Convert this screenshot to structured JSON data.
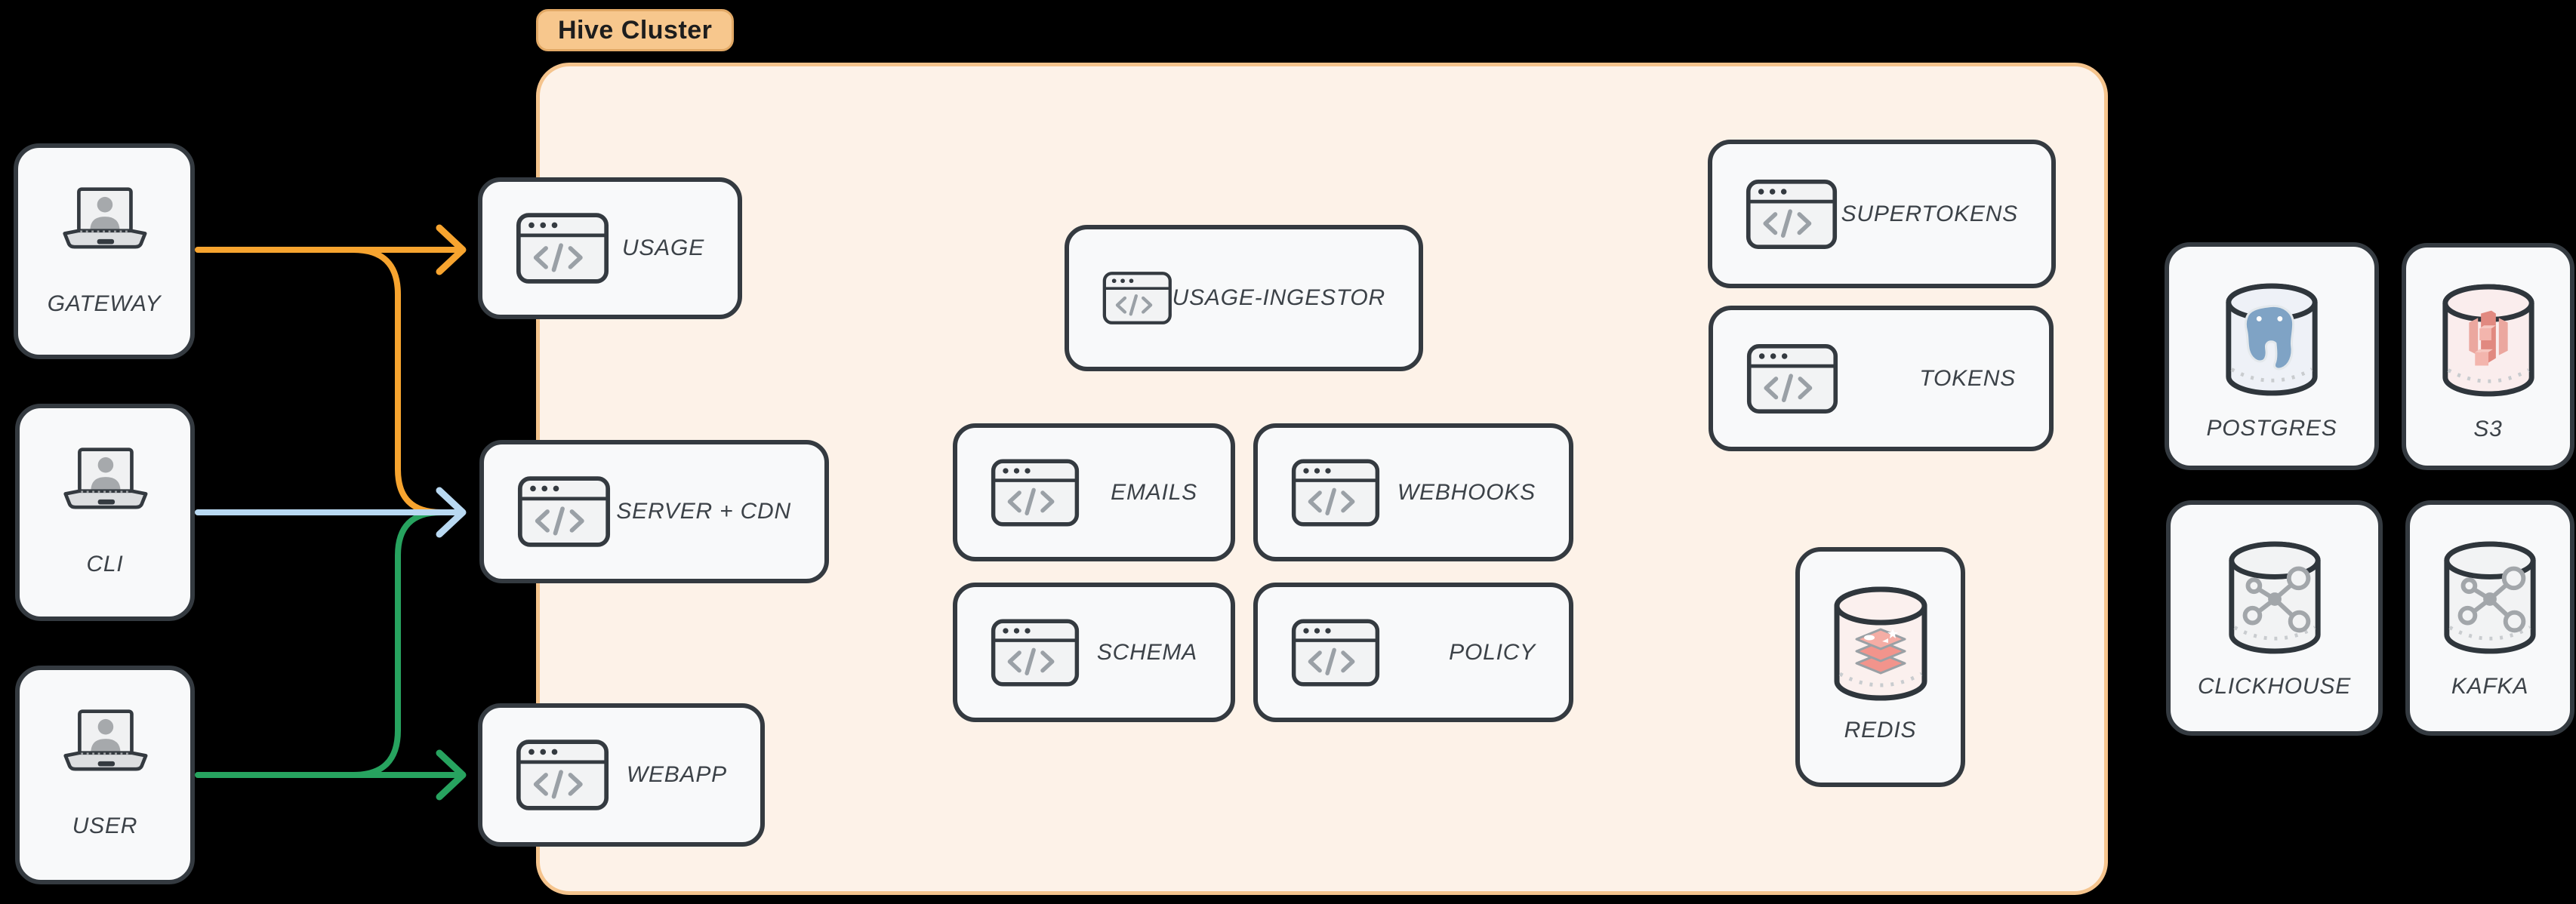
{
  "cluster": {
    "label": "Hive Cluster"
  },
  "clients": [
    {
      "id": "gateway",
      "label": "GATEWAY"
    },
    {
      "id": "cli",
      "label": "CLI"
    },
    {
      "id": "user",
      "label": "USER"
    }
  ],
  "services": [
    {
      "id": "usage",
      "label": "USAGE"
    },
    {
      "id": "server-cdn",
      "label": "SERVER + CDN"
    },
    {
      "id": "webapp",
      "label": "WEBAPP"
    },
    {
      "id": "usage-ingestor",
      "label": "USAGE-INGESTOR"
    },
    {
      "id": "emails",
      "label": "EMAILS"
    },
    {
      "id": "webhooks",
      "label": "WEBHOOKS"
    },
    {
      "id": "schema",
      "label": "SCHEMA"
    },
    {
      "id": "policy",
      "label": "POLICY"
    },
    {
      "id": "supertokens",
      "label": "SUPERTOKENS"
    },
    {
      "id": "tokens",
      "label": "TOKENS"
    }
  ],
  "datastores": [
    {
      "id": "redis",
      "label": "REDIS"
    },
    {
      "id": "postgres",
      "label": "POSTGRES"
    },
    {
      "id": "s3",
      "label": "S3"
    },
    {
      "id": "clickhouse",
      "label": "CLICKHOUSE"
    },
    {
      "id": "kafka",
      "label": "KAFKA"
    }
  ],
  "edges": [
    {
      "from": "gateway",
      "to": "usage",
      "color": "#f7a42f"
    },
    {
      "from": "gateway",
      "to": "server-cdn",
      "color": "#f7a42f"
    },
    {
      "from": "cli",
      "to": "server-cdn",
      "color": "#b9d9f2"
    },
    {
      "from": "user",
      "to": "server-cdn",
      "color": "#27a35f"
    },
    {
      "from": "user",
      "to": "webapp",
      "color": "#27a35f"
    }
  ],
  "colors": {
    "background": "#000000",
    "cluster_fill": "#fdf2e8",
    "cluster_border": "#f5c48d",
    "pill_fill": "#f7c78d",
    "node_fill": "#f8f9fa",
    "node_border": "#343a40",
    "label_text": "#3c4248",
    "edge_orange": "#f7a42f",
    "edge_blue": "#b9d9f2",
    "edge_green": "#27a35f",
    "redis_red": "#f2948c",
    "postgres_blue": "#7fa3c5",
    "s3_red": "#e18980",
    "molecule_gray": "#a2a6aa"
  }
}
